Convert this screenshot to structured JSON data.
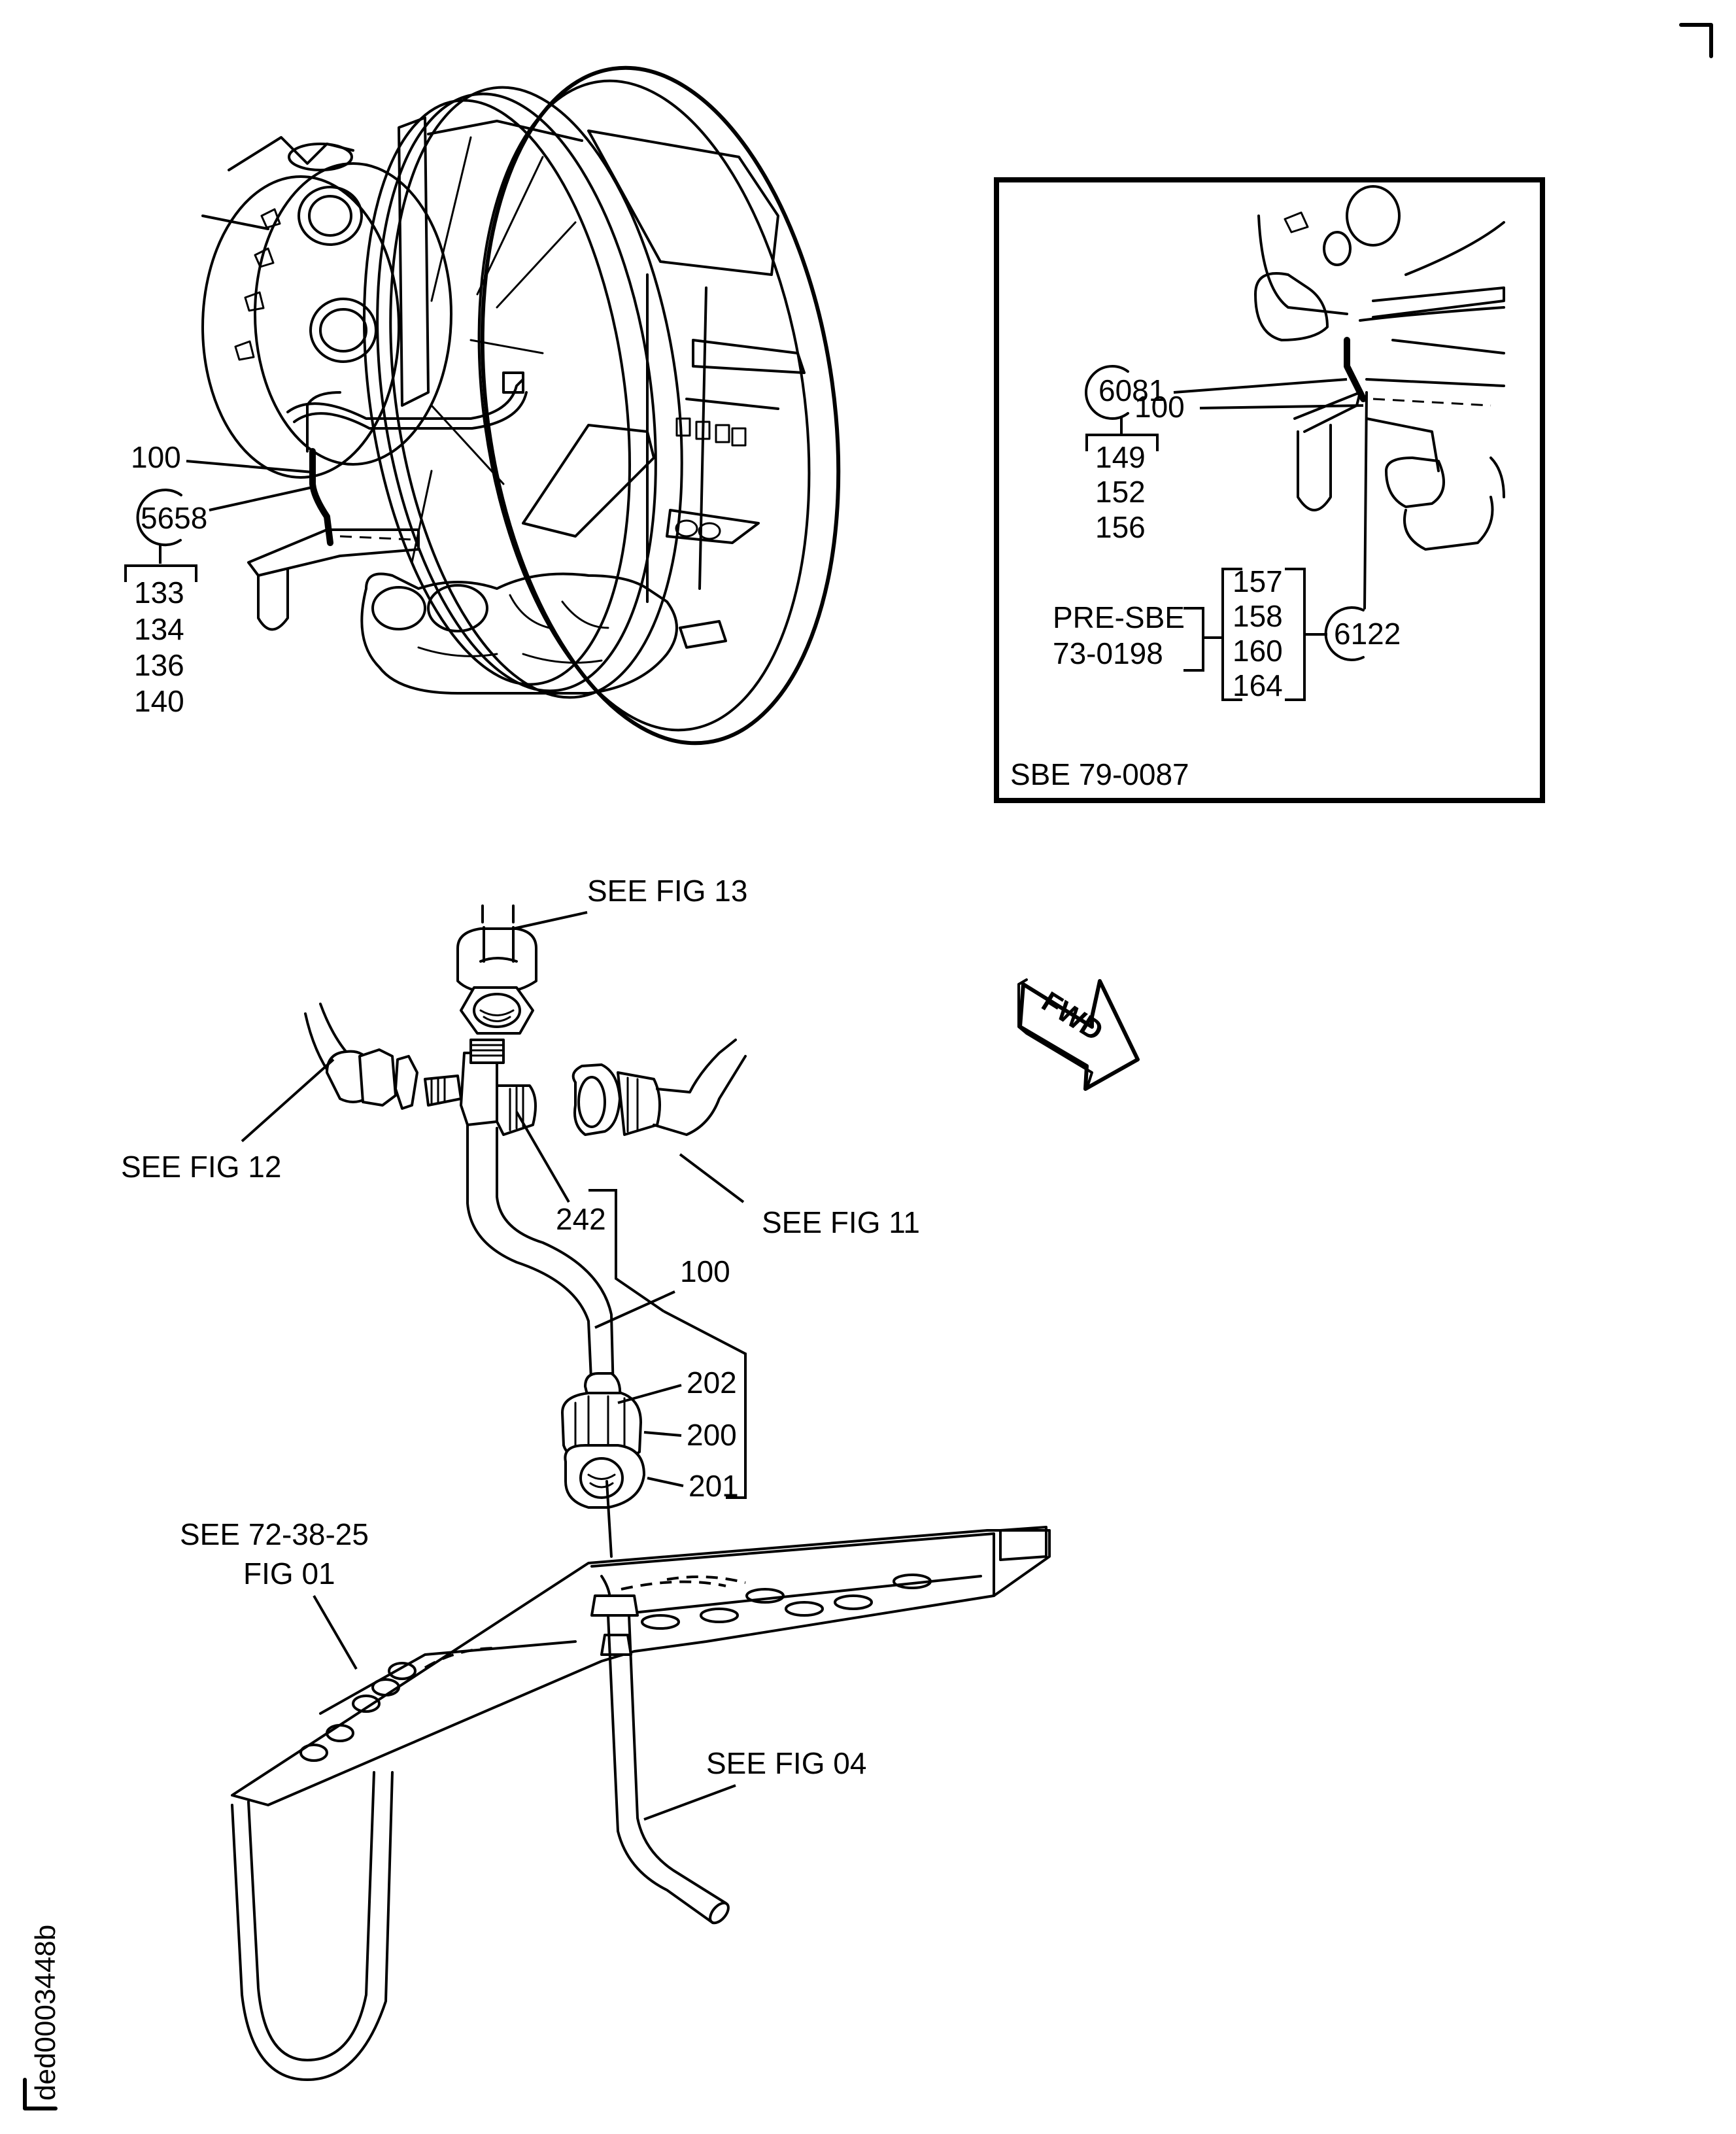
{
  "figure": {
    "drawing_id": "ded0003448b",
    "ink_color": "#000000",
    "paper_color": "#ffffff"
  },
  "main_view": {
    "callouts": {
      "tube_item": "100",
      "circle_ref": "5658",
      "bracket_items": [
        "133",
        "134",
        "136",
        "140"
      ]
    }
  },
  "inset": {
    "caption": "SBE 79-0087",
    "callouts": {
      "circle_ref_top": "6081",
      "tube_item": "100",
      "top_items": [
        "149",
        "152",
        "156"
      ],
      "pre_sbe_label": "PRE-SBE",
      "pre_sbe_number": "73-0198",
      "pre_sbe_items": [
        "157",
        "158",
        "160",
        "164"
      ],
      "circle_ref_bottom": "6122"
    }
  },
  "exploded_view": {
    "references": {
      "fig13": "SEE FIG 13",
      "fig12": "SEE FIG 12",
      "fig11": "SEE FIG 11",
      "fig04": "SEE FIG 04",
      "ata_ref_line1": "SEE 72-38-25",
      "ata_ref_line2": "FIG 01"
    },
    "items": {
      "tee": "242",
      "tube": "100",
      "sleeve": "202",
      "nut": "200",
      "lockring": "201"
    }
  },
  "direction_arrow": {
    "label": "FWD"
  }
}
